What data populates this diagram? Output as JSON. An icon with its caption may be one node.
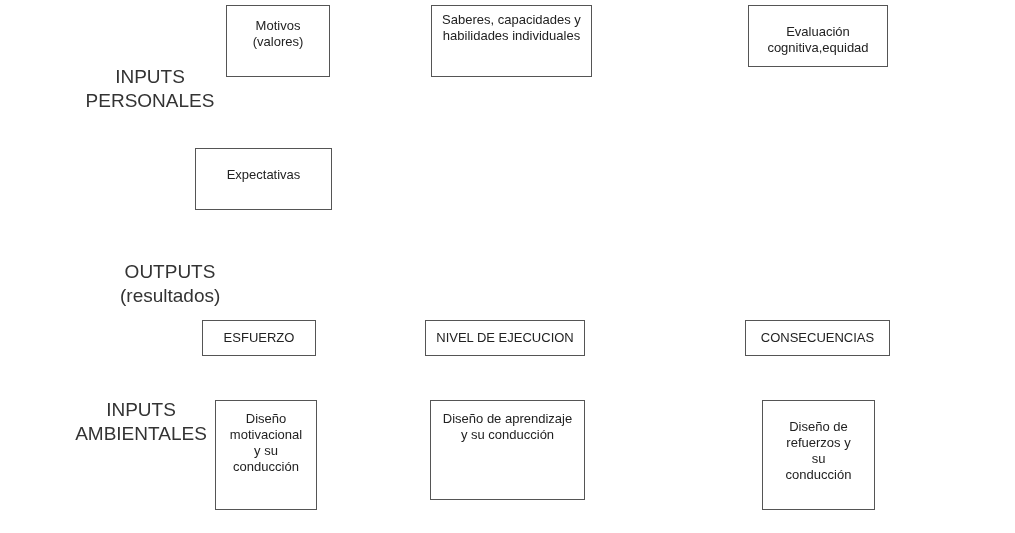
{
  "diagram": {
    "nodes": [
      {
        "text": [
          "Motivos (valores)"
        ]
      },
      {
        "text": [
          "Saberes, capacidades y habilidades individuales"
        ]
      },
      {
        "text": [
          "Evaluación cognitiva,equidad"
        ]
      },
      {
        "text": [
          "Expectativas"
        ]
      },
      {
        "text": [
          "ESFUERZO"
        ]
      },
      {
        "text": [
          "NIVEL DE EJECUCION"
        ]
      },
      {
        "text": [
          "CONSECUENCIAS"
        ]
      },
      {
        "text": [
          "Diseño motivacional y su conducción"
        ]
      },
      {
        "text": [
          "Diseño de aprendizaje y su conducción"
        ]
      },
      {
        "text": [
          "Diseño de refuerzos y su conducción"
        ]
      }
    ],
    "edges": [],
    "labels": [
      "INPUTS PERSONALES",
      "OUTPUTS (resultados)",
      "INPUTS AMBIENTALES"
    ]
  }
}
